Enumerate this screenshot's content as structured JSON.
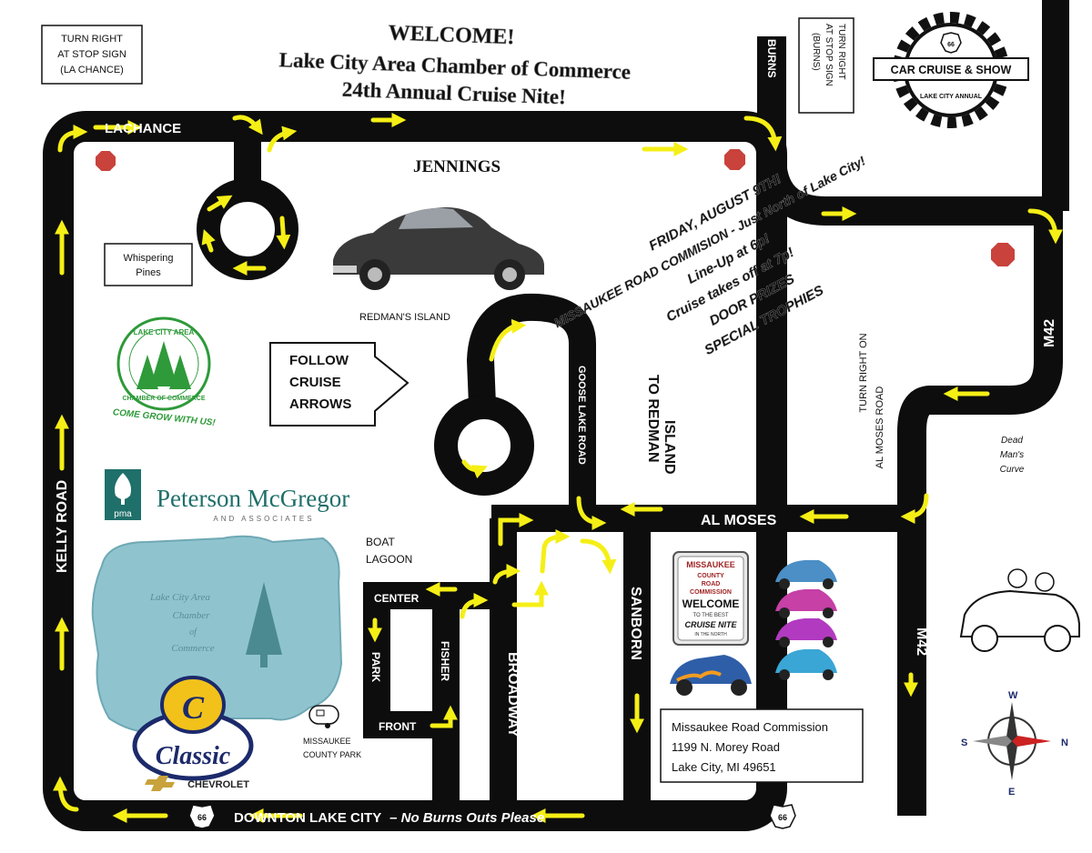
{
  "title": {
    "line1": "WELCOME!",
    "line2": "Lake City Area Chamber of Commerce",
    "line3": "24th Annual Cruise Nite!"
  },
  "notes": {
    "turn_right_lachance": [
      "TURN RIGHT",
      "AT STOP SIGN",
      "(LA CHANCE)"
    ],
    "turn_right_burns": [
      "TURN RIGHT",
      "AT STOP SIGN",
      "(BURNS)"
    ],
    "turn_right_al_moses": [
      "TURN RIGHT ON",
      "AL MOSES ROAD"
    ],
    "whispering_pines": [
      "Whispering",
      "Pines"
    ],
    "follow_arrows": [
      "FOLLOW",
      "CRUISE",
      "ARROWS"
    ],
    "dead_mans_curve": [
      "Dead",
      "Man's",
      "Curve"
    ]
  },
  "roads": {
    "lachance": "LACHANCE",
    "burns": "BURNS",
    "jennings": "JENNINGS",
    "kelly_road": "KELLY ROAD",
    "goose_lake_road": "GOOSE LAKE ROAD",
    "to_redman_island": [
      "TO REDMAN",
      "ISLAND"
    ],
    "al_moses": "AL MOSES",
    "m42_top": "M42",
    "m42_bottom": "M42",
    "sanborn": "SANBORN",
    "broadway": "BROADWAY",
    "fisher": "FISHER",
    "park": "PARK",
    "center": "CENTER",
    "front": "FRONT",
    "downtown": "DOWNTON LAKE CITY",
    "downtown_note": "– No Burns Outs Please"
  },
  "places": {
    "redmans_island": "REDMAN'S ISLAND",
    "boat_lagoon": [
      "BOAT",
      "LAGOON"
    ],
    "county_park": [
      "MISSAUKEE",
      "COUNTY PARK"
    ]
  },
  "event": {
    "date": "FRIDAY, AUGUST 9TH!",
    "location": "MISSAUKEE ROAD COMMISION - Just North of Lake City!",
    "lineup": "Line-Up at 6p!",
    "cruise": "Cruise takes off at 7p!",
    "prizes": "DOOR PRIZES",
    "trophies": "SPECIAL TROPHIES"
  },
  "address": {
    "name": "Missaukee Road Commission",
    "street": "1199 N. Morey Road",
    "city": "Lake City, MI 49651"
  },
  "logos": {
    "car_cruise": "CAR CRUISE & SHOW",
    "lake_city_annual": "LAKE CITY ANNUAL",
    "route_number": "66",
    "chamber_top": "LAKE CITY AREA",
    "chamber_bottom": "CHAMBER OF COMMERCE",
    "chamber_slogan": "COME GROW WITH US!",
    "pma_short": "pma",
    "pma_name": "Peterson McGregor",
    "pma_sub": "AND ASSOCIATES",
    "lake_name": [
      "Lake City Area",
      "Chamber",
      "of",
      "Commerce"
    ],
    "classic_letter": "C",
    "classic_word": "Classic",
    "chevrolet": "CHEVROLET",
    "sign_top": "MISSAUKEE",
    "sign_mid": [
      "COUNTY",
      "ROAD",
      "COMMISSION"
    ],
    "sign_welcome": "WELCOME",
    "sign_small": "TO THE BEST",
    "sign_bottom": "CRUISE NITE",
    "sign_foot": "IN THE NORTH"
  },
  "compass": {
    "n": "N",
    "s": "S",
    "e": "E",
    "w": "W"
  },
  "colors": {
    "road": "#0d0d0d",
    "arrow": "#f5ef16",
    "stop": "#c9423c",
    "chamber_green": "#2e9a3a",
    "pma_teal": "#1f6f6a",
    "lake_blue": "#8fc4cf",
    "classic_gold": "#f2c21b",
    "classic_navy": "#1c2a6b"
  }
}
